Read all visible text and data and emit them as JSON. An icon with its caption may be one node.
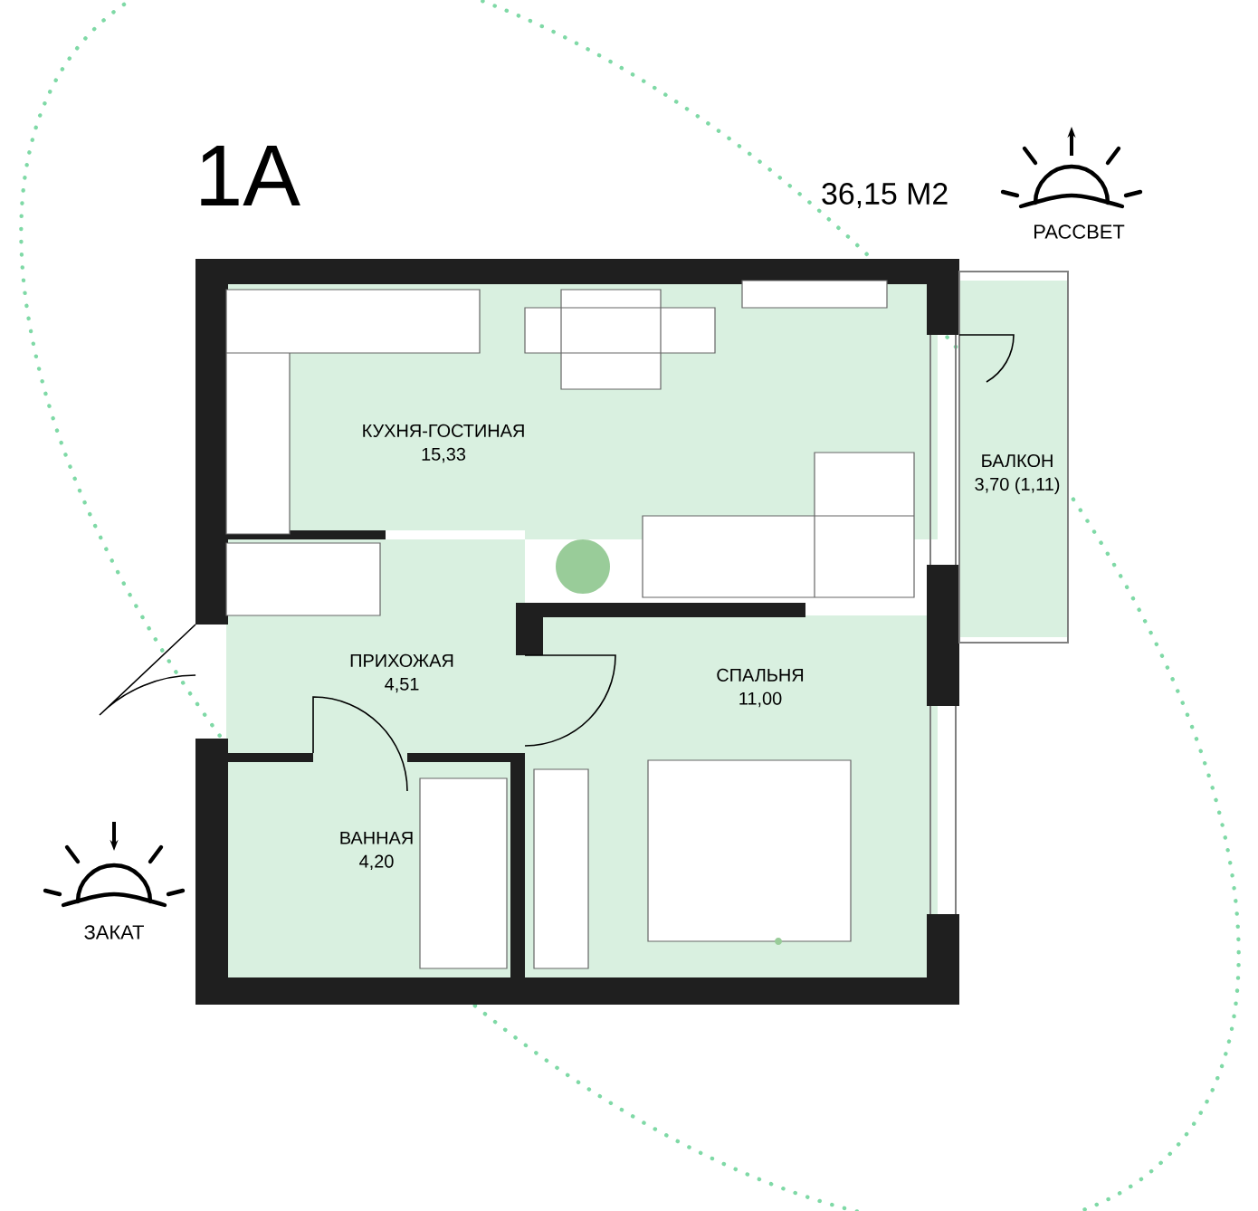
{
  "diagram": {
    "nodes": [
      {
        "text": [
          "КУХНЯ-ГОСТИНАЯ",
          "15,33"
        ]
      },
      {
        "text": [
          "ПРИХОЖАЯ",
          "4,51"
        ]
      },
      {
        "text": [
          "СПАЛЬНЯ",
          "11,00"
        ]
      },
      {
        "text": [
          "ВАННАЯ",
          "4,20"
        ]
      },
      {
        "text": [
          "БАЛКОН",
          "3,70 (1,11)"
        ]
      }
    ],
    "labels": [
      "1A",
      "36,15 М2",
      "РАССВЕТ",
      "ЗАКАТ"
    ]
  }
}
